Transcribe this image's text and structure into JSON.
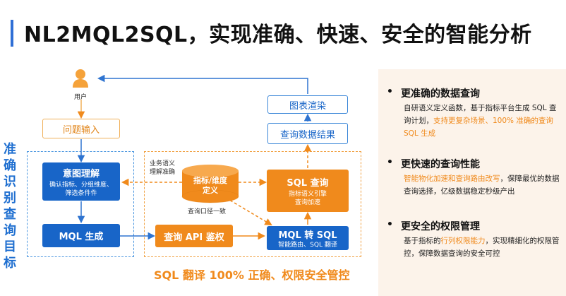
{
  "title": "NL2MQL2SQL，实现准确、快速、安全的智能分析",
  "side_label": "准确识别查询目标",
  "user_label": "用户",
  "nodes": {
    "question_input": "问题输入",
    "intent_main": "意图理解",
    "intent_sub1": "确认指标、分组维度、",
    "intent_sub2": "筛选条件件",
    "mql_gen": "MQL 生成",
    "metric_dim_line1": "指标/维度",
    "metric_dim_line2": "定义",
    "api_auth": "查询 API 鉴权",
    "mql_to_sql_main": "MQL 转 SQL",
    "mql_to_sql_sub": "智能路由、SQL 翻译",
    "sql_query_main": "SQL 查询",
    "sql_query_sub1": "指标语义引擎",
    "sql_query_sub2": "查询加速",
    "query_result": "查询数据结果",
    "chart_render": "图表渲染"
  },
  "labels": {
    "business_semantic_line1": "业务语义",
    "business_semantic_line2": "理解准确",
    "query_consistency": "查询口径一致"
  },
  "bottom_caption": "SQL 翻译 100% 正确、权限安全管控",
  "panel": {
    "points": [
      {
        "title": "更准确的数据查询",
        "desc_a": "自研语义定义函数，基于指标平台生成 SQL 查询计划，",
        "desc_hl": "支持更复杂场景、100% 准确的查询 SQL 生成",
        "desc_b": ""
      },
      {
        "title": "更快速的查询性能",
        "desc_a": "",
        "desc_hl": "智能物化加速和查询路由改写",
        "desc_b": "，保障最优的数据查询选择，亿级数据稳定秒级产出"
      },
      {
        "title": "更安全的权限管理",
        "desc_a": "基于指标的",
        "desc_hl": "行列权限能力",
        "desc_b": "，实现精细化的权限管控，保障数据查询的安全可控"
      }
    ]
  },
  "colors": {
    "primary_blue": "#1865c8",
    "accent_orange": "#f08a1c",
    "panel_bg": "#fcf3ea"
  }
}
